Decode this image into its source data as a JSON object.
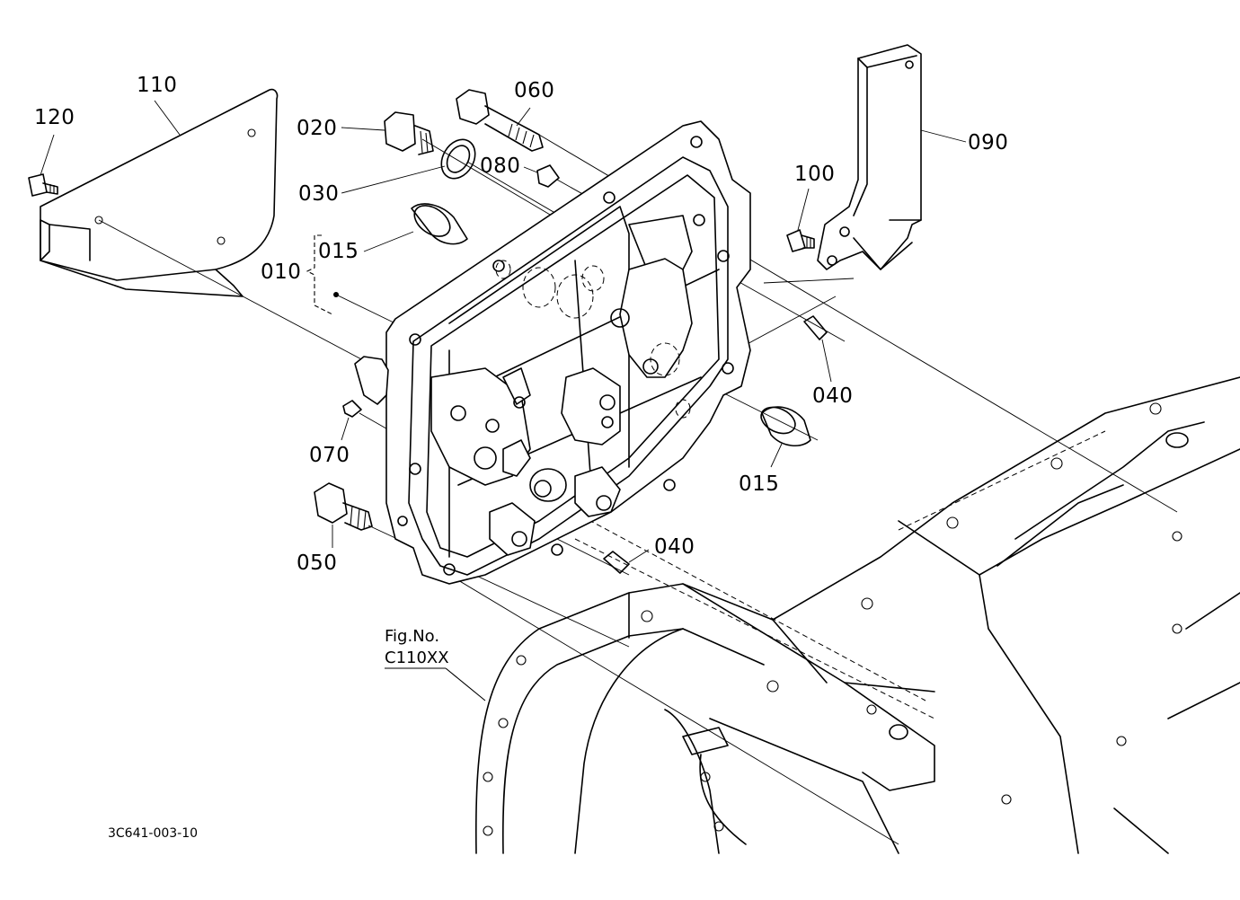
{
  "parts": {
    "p110": "110",
    "p120": "120",
    "p020": "020",
    "p060": "060",
    "p030": "030",
    "p080": "080",
    "p015a": "015",
    "p010": "010",
    "p090": "090",
    "p100": "100",
    "p040a": "040",
    "p070": "070",
    "p015b": "015",
    "p050": "050",
    "p040b": "040"
  },
  "figure_ref": {
    "line1": "Fig.No.",
    "line2": "C110XX"
  },
  "drawing_code": "3C641-003-10",
  "colors": {
    "ink": "#000000",
    "paper": "#ffffff"
  }
}
